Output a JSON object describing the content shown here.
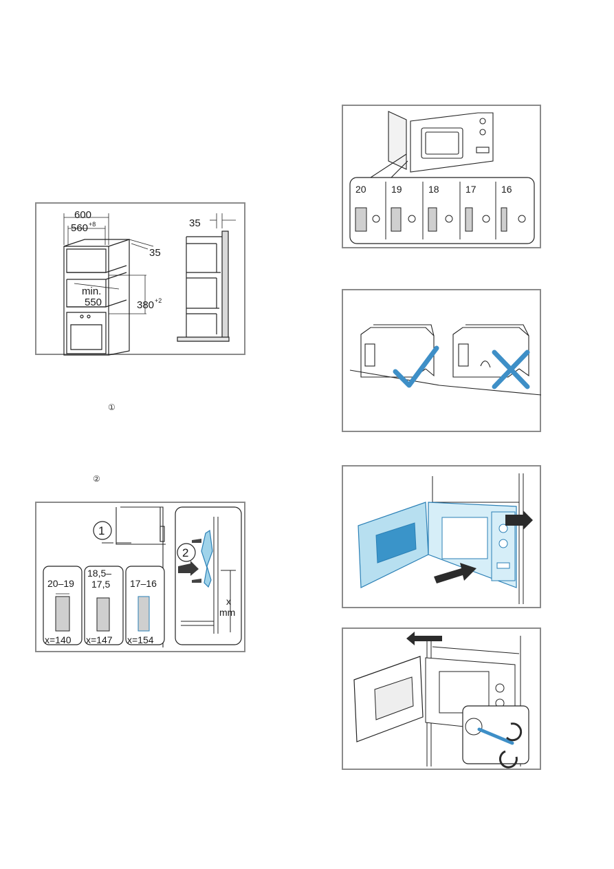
{
  "markers": {
    "step1": "①",
    "step2": "②"
  },
  "fig1": {
    "dim_width_outer": "600",
    "dim_width_inner": "560",
    "dim_width_inner_tol": "+8",
    "dim_depth_top": "35",
    "dim_min_label": "min.",
    "dim_min_value": "550",
    "dim_height": "380",
    "dim_height_tol": "+2",
    "side_depth": "35"
  },
  "fig2": {
    "callout_1": "1",
    "callout_2": "2",
    "panels": [
      {
        "thickness": "20–19",
        "thickness_line2": "",
        "x_value": "x=140"
      },
      {
        "thickness": "18,5–",
        "thickness_line2": "17,5",
        "x_value": "x=147"
      },
      {
        "thickness": "17–16",
        "thickness_line2": "",
        "x_value": "x=154"
      }
    ],
    "dim_x": "x",
    "dim_unit": "mm"
  },
  "fig3": {
    "thicknesses": [
      "20",
      "19",
      "18",
      "17",
      "16"
    ]
  },
  "colors": {
    "accent_blue": "#9fd3ea",
    "accent_blue_dark": "#2a7fb5",
    "check_blue": "#3e8fc7",
    "frame_grey": "#8a8a8a"
  }
}
